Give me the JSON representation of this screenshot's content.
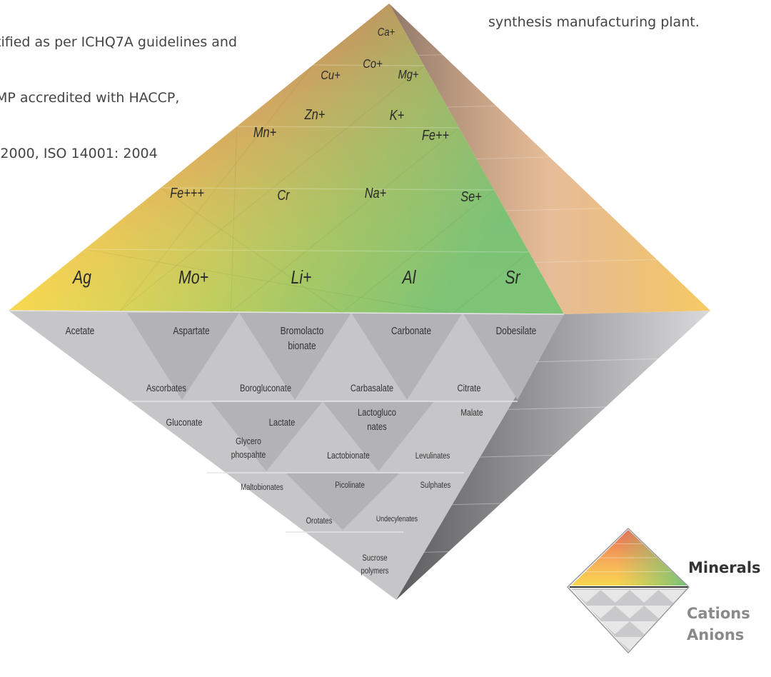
{
  "text_top_left": [
    "tified as per ICHQ7A guidelines and",
    "MP accredited with HACCP,",
    ":2000, ISO 14001: 2004"
  ],
  "text_top_right": "synthesis manufacturing plant.",
  "minerals_rows": [
    [
      "Ca+"
    ],
    [
      "Cu+",
      "Co+",
      "Mg+"
    ],
    [
      "Mn+",
      "Zn+",
      "K+",
      "Fe++"
    ],
    [
      "Fe+++",
      "Cr",
      "Na+",
      "Se+"
    ],
    [
      "Ag",
      "Mo+",
      "Li+",
      "Al",
      "Sr"
    ]
  ],
  "anions_rows": [
    [
      [
        "Acetate"
      ],
      [
        "Aspartate"
      ],
      [
        "Bromolacto",
        "bionate"
      ],
      [
        "Carbonate"
      ],
      [
        "Dobesilate"
      ]
    ],
    [
      [
        "Ascorbates"
      ],
      [
        "Borogluconate"
      ],
      [
        "Carbasalate"
      ],
      [
        "Citrate"
      ]
    ],
    [
      [
        "Gluconate"
      ],
      [
        "Lactate"
      ],
      [
        "Lactogluco",
        "nates"
      ],
      [
        "Malate"
      ]
    ],
    [
      [
        "Glycero",
        "phospahte"
      ],
      [
        "Lactobionate"
      ],
      [
        "Levulinates"
      ]
    ],
    [
      [
        "Maltobionates"
      ],
      [
        "Picolinate"
      ],
      [
        "Sulphates"
      ]
    ],
    [
      [
        "Orotates"
      ],
      [
        "Undecylenates"
      ]
    ],
    [
      [
        "Sucrose",
        "polymers"
      ]
    ]
  ],
  "legend": {
    "minerals": "Minerals",
    "cations": "Cations",
    "anions": "Anions"
  },
  "colors": {
    "red": "#ec6a55",
    "orange": "#f4a25a",
    "yellow": "#f9d64e",
    "green": "#7cc878",
    "grey": "#c9c9cb",
    "grey_dark": "#b2b2b5"
  }
}
